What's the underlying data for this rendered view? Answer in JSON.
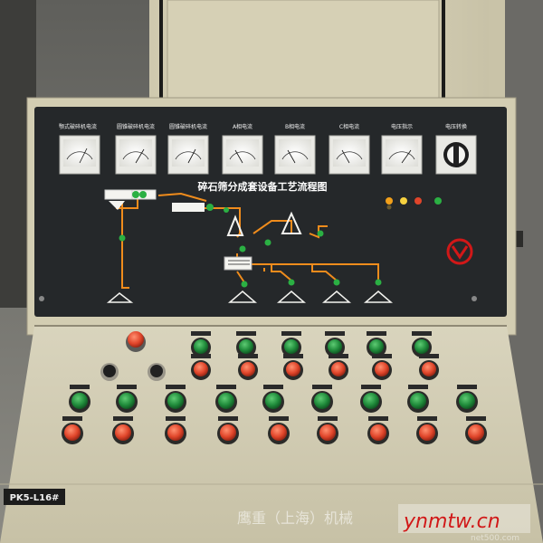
{
  "panel": {
    "meter_labels": [
      "颚式破碎机电流",
      "圆锥破碎机电流",
      "圆锥破碎机电流",
      "A相电流",
      "B相电流",
      "C相电流",
      "电压指示",
      "电压转换"
    ],
    "diagram_title": "碎石筛分成套设备工艺流程图",
    "model_plate": "PK5-L16#"
  },
  "watermark": {
    "cn": "鹰重（上海）机械",
    "site": "ynmtw.cn",
    "faint": "net500.com"
  },
  "colors": {
    "cabinet": "#d8d2b8",
    "panel": "#25282a",
    "flow_line": "#f08c1c",
    "green_button": "#1f8a3a",
    "red_button": "#e0452a",
    "watermark": "#d11818"
  }
}
